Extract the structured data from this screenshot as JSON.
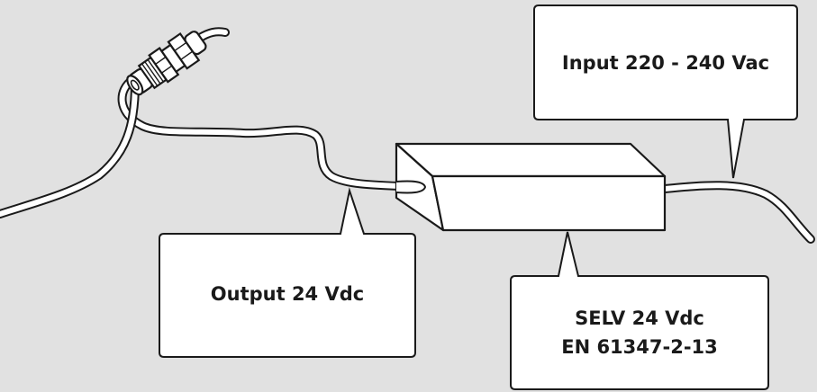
{
  "callouts": {
    "input": {
      "label": "Input 220 - 240 Vac"
    },
    "output": {
      "label": "Output 24 Vdc"
    },
    "selv": {
      "line1": "SELV 24 Vdc",
      "line2": "EN 61347-2-13"
    }
  },
  "colors": {
    "background": "#e1e1e1",
    "stroke": "#1a1a1a",
    "fill": "#ffffff"
  }
}
